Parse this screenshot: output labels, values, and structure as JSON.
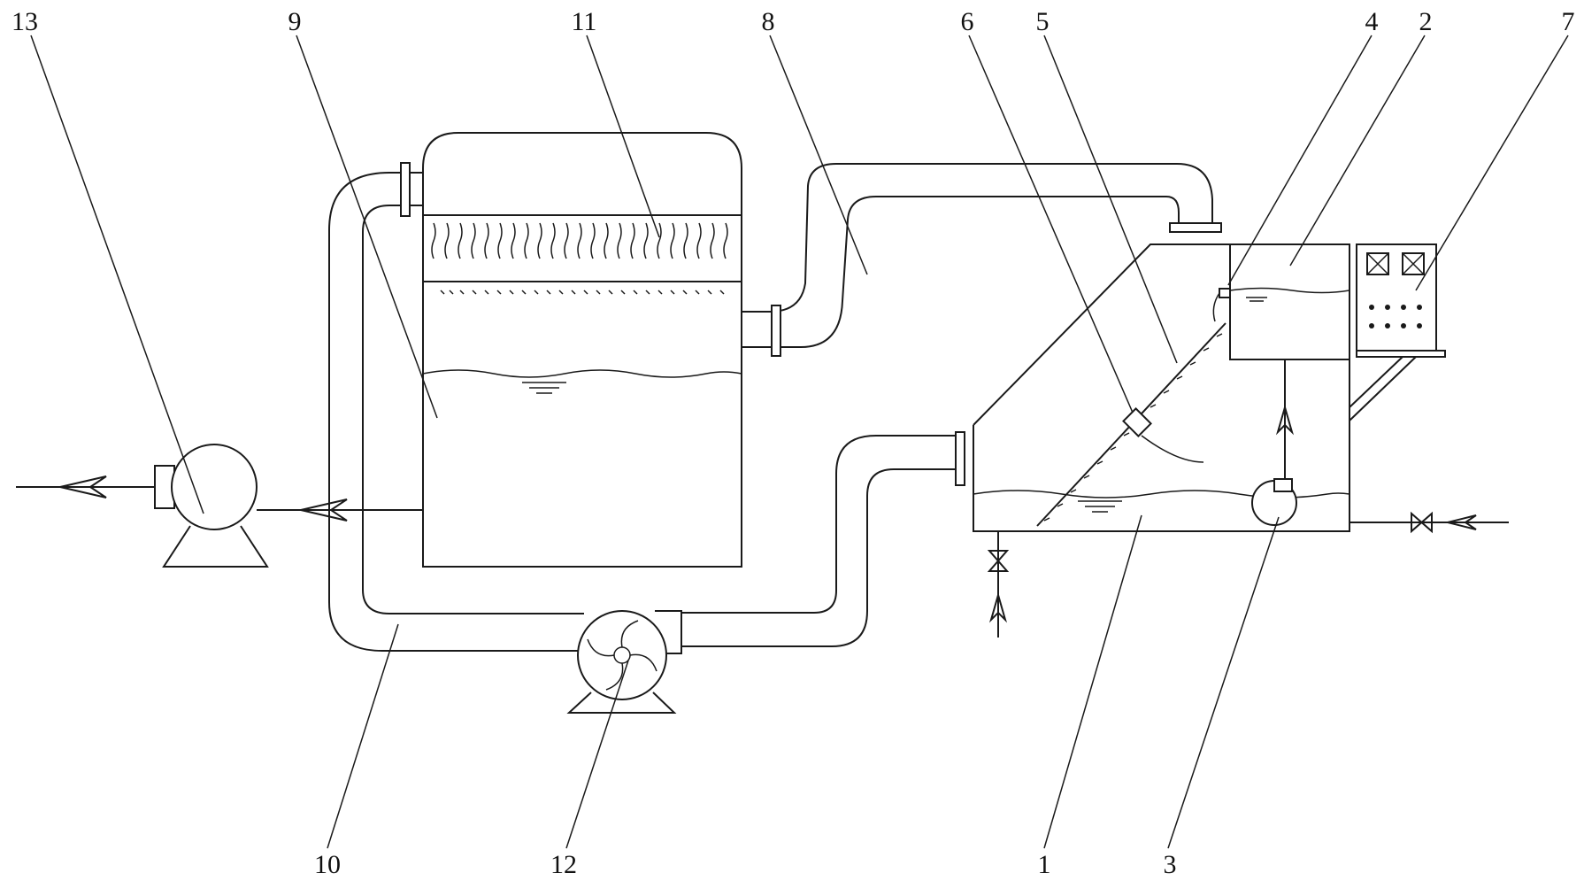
{
  "labels": {
    "n1": "1",
    "n2": "2",
    "n3": "3",
    "n4": "4",
    "n5": "5",
    "n6": "6",
    "n7": "7",
    "n8": "8",
    "n9": "9",
    "n10": "10",
    "n11": "11",
    "n12": "12",
    "n13": "13"
  },
  "colors": {
    "line": "#1a1a1a",
    "background": "#ffffff"
  }
}
